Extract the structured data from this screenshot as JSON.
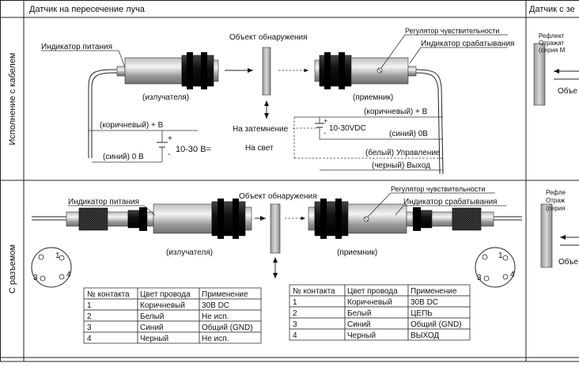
{
  "header": {
    "col1_title": "Датчик на пересечение луча",
    "col2_title": "Датчик с зе"
  },
  "rows": {
    "cable_label": "Исполнение с кабелем",
    "connector_label": "С разъемом"
  },
  "cable": {
    "power_indicator": "Индикатор питания",
    "object": "Объект обнаружения",
    "sensitivity": "Регулятор чувствительности",
    "trigger_indicator": "Индикатор срабатывания",
    "emitter": "(излучателя)",
    "receiver": "(приемник)",
    "brown_b_left": "(коричневый) + В",
    "blue_0b_left": "(синий) 0 В",
    "voltage_left": "10-30 В=",
    "brown_b_right": "(коричневый) + В",
    "dark_on": "На затемнение",
    "voltage_right": "10-30VDC",
    "blue_0b_right": "(синий) 0В",
    "light_on": "На свет",
    "white_control": "(белый) Управление",
    "black_output": "(черный) Выход",
    "plus": "+",
    "minus": "-"
  },
  "connector": {
    "power_indicator": "Индикатор питания",
    "object": "Объект обнаружения",
    "sensitivity": "Регулятор чувствительности",
    "trigger_indicator": "Индикатор срабатывания",
    "emitter": "(излучателя)",
    "receiver": "(приемник)",
    "pin_left": [
      "1",
      "3",
      "4"
    ],
    "pin_right": [
      "1",
      "3",
      "4"
    ]
  },
  "tables": {
    "left": {
      "headers": [
        "№ контакта",
        "Цвет провода",
        "Применение"
      ],
      "rows": [
        [
          "1",
          "Коричневый",
          "30В DC"
        ],
        [
          "2",
          "Белый",
          "Не исп."
        ],
        [
          "3",
          "Синий",
          "Общий (GND)"
        ],
        [
          "4",
          "Черный",
          "Не исп."
        ]
      ]
    },
    "right": {
      "headers": [
        "№ контакта",
        "Цвет провода",
        "Применение"
      ],
      "rows": [
        [
          "1",
          "Коричневый",
          "30В DC"
        ],
        [
          "2",
          "Белый",
          "ЦЕПЬ"
        ],
        [
          "3",
          "Синий",
          "Общий (GND)"
        ],
        [
          "4",
          "Черный",
          "ВЫХОД"
        ]
      ]
    }
  },
  "partial_right": {
    "cable_lines": [
      "Рефлект",
      "Отражат",
      "(серия M"
    ],
    "cable_object": "Объе",
    "connector_lines": [
      "Рефле",
      "Отраж",
      "(серия"
    ],
    "connector_object": "Объе"
  }
}
